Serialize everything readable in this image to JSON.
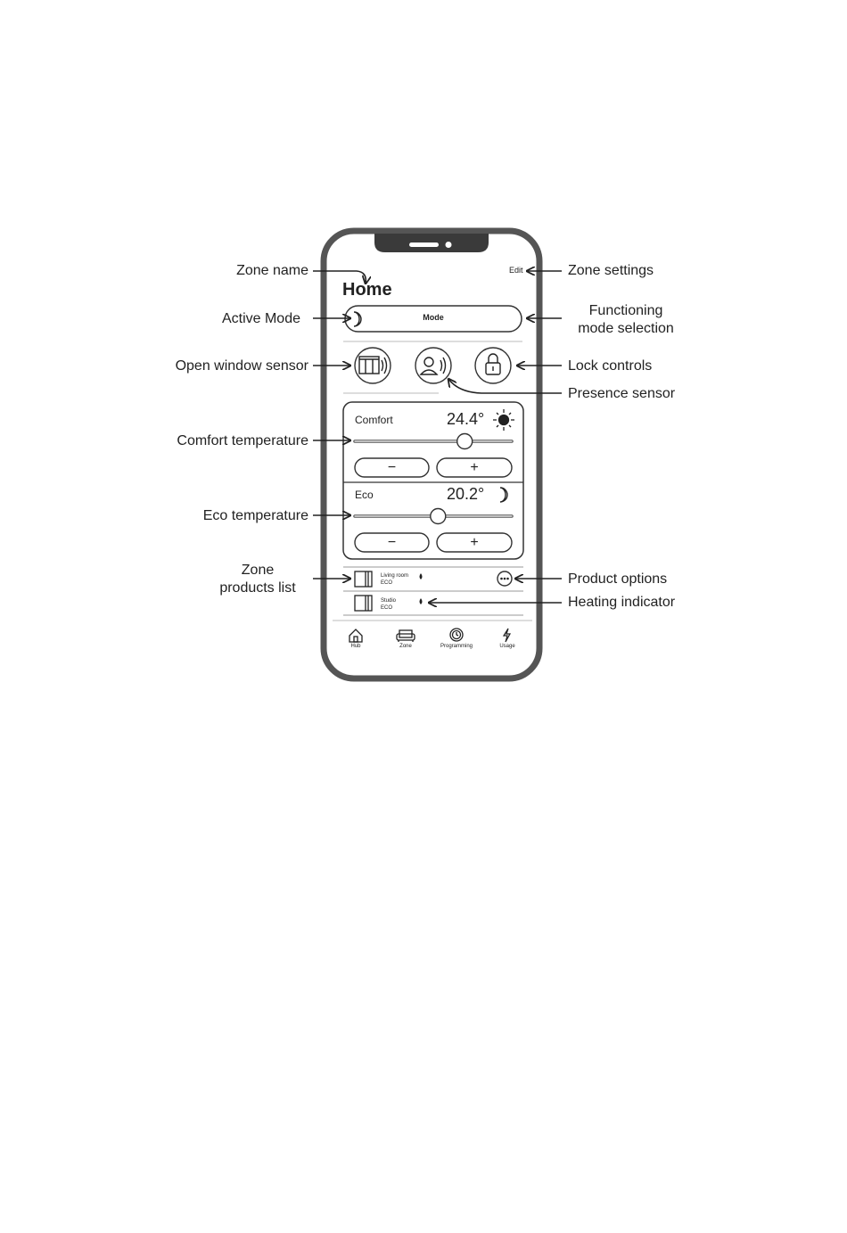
{
  "phone": {
    "edit_label": "Edit",
    "zone_name": "Home",
    "mode_label": "Mode",
    "comfort": {
      "label": "Comfort",
      "temperature": "24.4°",
      "minus": "−",
      "plus": "+",
      "slider_fraction": 0.7
    },
    "eco": {
      "label": "Eco",
      "temperature": "20.2°",
      "minus": "−",
      "plus": "+",
      "slider_fraction": 0.53
    },
    "products": [
      {
        "name": "Living room",
        "mode": "ECO"
      },
      {
        "name": "Studio",
        "mode": "ECO"
      }
    ],
    "nav": [
      {
        "label": "Hub",
        "icon": "home-icon"
      },
      {
        "label": "Zone",
        "icon": "sofa-icon"
      },
      {
        "label": "Programming",
        "icon": "clock-icon"
      },
      {
        "label": "Usage",
        "icon": "lightning-icon"
      }
    ]
  },
  "annotations": {
    "zone_name": "Zone name",
    "active_mode": "Active Mode",
    "open_window_sensor": "Open window sensor",
    "comfort_temperature": "Comfort temperature",
    "eco_temperature": "Eco temperature",
    "zone_products_list_1": "Zone",
    "zone_products_list_2": "products list",
    "zone_settings": "Zone settings",
    "functioning_mode_1": "Functioning",
    "functioning_mode_2": "mode selection",
    "lock_controls": "Lock controls",
    "presence_sensor": "Presence sensor",
    "product_options": "Product options",
    "heating_indicator": "Heating indicator"
  }
}
